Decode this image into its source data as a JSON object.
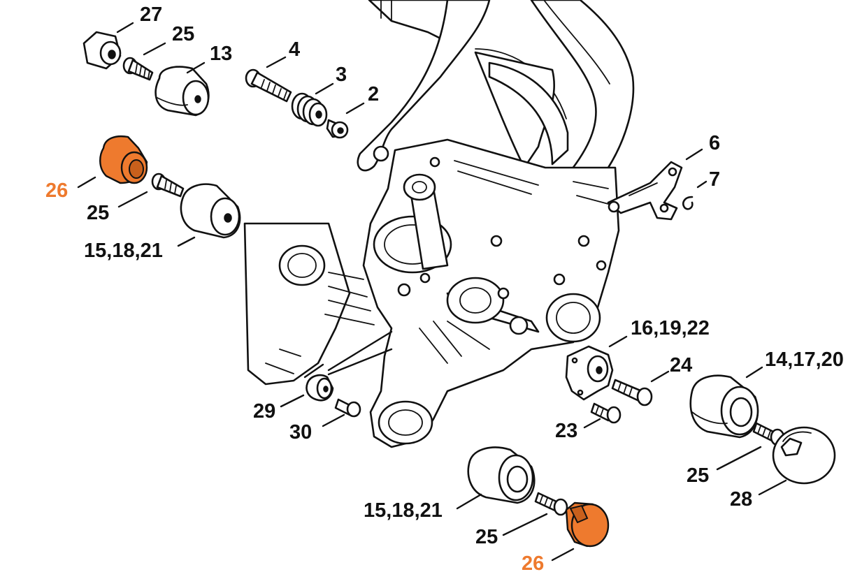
{
  "colors": {
    "ink": "#111111",
    "highlight": "#ee7a2e",
    "background": "#ffffff"
  },
  "callouts": [
    {
      "id": "c27",
      "text": "27",
      "highlight": false
    },
    {
      "id": "c25a",
      "text": "25",
      "highlight": false
    },
    {
      "id": "c13",
      "text": "13",
      "highlight": false
    },
    {
      "id": "c4",
      "text": "4",
      "highlight": false
    },
    {
      "id": "c3",
      "text": "3",
      "highlight": false
    },
    {
      "id": "c2",
      "text": "2",
      "highlight": false
    },
    {
      "id": "c26a",
      "text": "26",
      "highlight": true
    },
    {
      "id": "c25b",
      "text": "25",
      "highlight": false
    },
    {
      "id": "c15a",
      "text": "15,18,21",
      "highlight": false
    },
    {
      "id": "c6",
      "text": "6",
      "highlight": false
    },
    {
      "id": "c7",
      "text": "7",
      "highlight": false
    },
    {
      "id": "c16",
      "text": "16,19,22",
      "highlight": false
    },
    {
      "id": "c24",
      "text": "24",
      "highlight": false
    },
    {
      "id": "c14",
      "text": "14,17,20",
      "highlight": false
    },
    {
      "id": "c29",
      "text": "29",
      "highlight": false
    },
    {
      "id": "c30",
      "text": "30",
      "highlight": false
    },
    {
      "id": "c23",
      "text": "23",
      "highlight": false
    },
    {
      "id": "c25c",
      "text": "25",
      "highlight": false
    },
    {
      "id": "c28",
      "text": "28",
      "highlight": false
    },
    {
      "id": "c15b",
      "text": "15,18,21",
      "highlight": false
    },
    {
      "id": "c25d",
      "text": "25",
      "highlight": false
    },
    {
      "id": "c26b",
      "text": "26",
      "highlight": true
    }
  ]
}
